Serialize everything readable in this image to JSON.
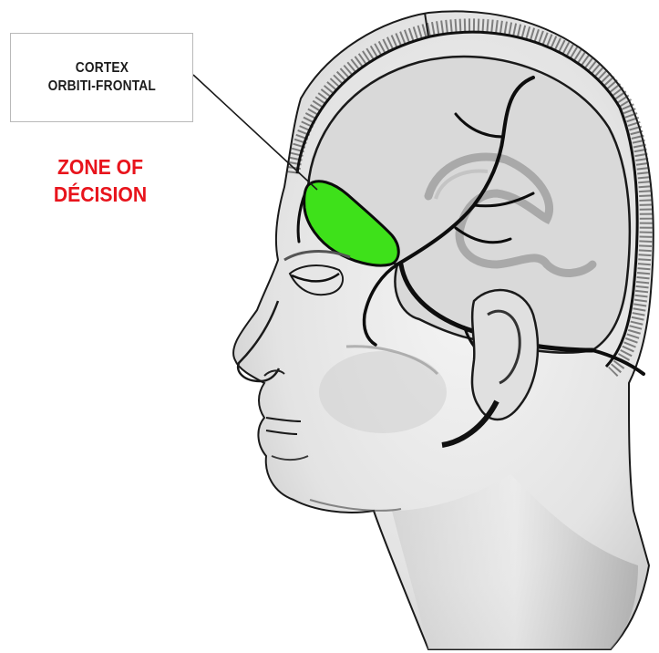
{
  "callout": {
    "line1": "CORTEX",
    "line2": "ORBITI-FRONTAL"
  },
  "zone": {
    "line1": "ZONE OF",
    "line2": "DÉCISION"
  },
  "colors": {
    "highlight": "#3ee11a",
    "zone_text": "#e8141c",
    "ink": "#111111",
    "brain": "#dadada",
    "skin": "#ececec"
  },
  "illustration": {
    "subject": "head-profile-with-brain",
    "style": "engraving"
  }
}
